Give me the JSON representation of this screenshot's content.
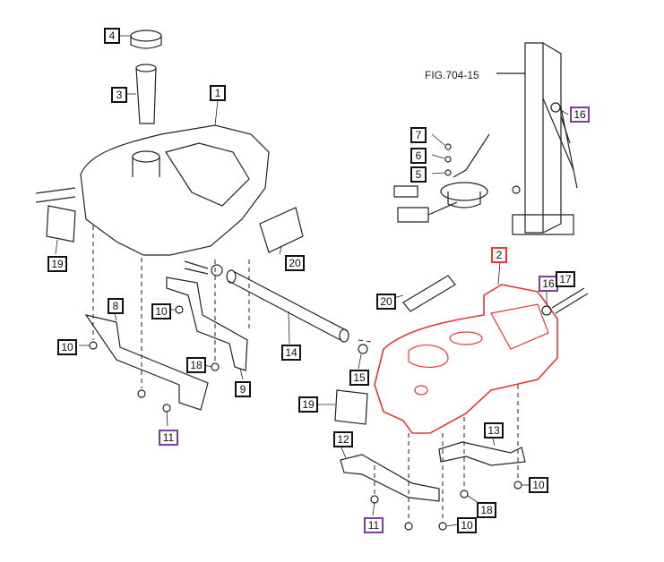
{
  "figure_reference": "FIG.704-15",
  "colors": {
    "ink": "#222222",
    "highlight_red": "#e53935",
    "highlight_purple": "#7d3f98",
    "box_border": "#111111"
  },
  "callouts": [
    {
      "id": "c4",
      "label": "4",
      "style": "normal"
    },
    {
      "id": "c3",
      "label": "3",
      "style": "normal"
    },
    {
      "id": "c1",
      "label": "1",
      "style": "normal"
    },
    {
      "id": "c19a",
      "label": "19",
      "style": "normal"
    },
    {
      "id": "c20a",
      "label": "20",
      "style": "normal"
    },
    {
      "id": "c8",
      "label": "8",
      "style": "normal"
    },
    {
      "id": "c10a",
      "label": "10",
      "style": "normal"
    },
    {
      "id": "c10b",
      "label": "10",
      "style": "normal"
    },
    {
      "id": "c11a",
      "label": "11",
      "style": "purple"
    },
    {
      "id": "c18a",
      "label": "18",
      "style": "normal"
    },
    {
      "id": "c9",
      "label": "9",
      "style": "normal"
    },
    {
      "id": "c14",
      "label": "14",
      "style": "normal"
    },
    {
      "id": "c15",
      "label": "15",
      "style": "normal"
    },
    {
      "id": "c7",
      "label": "7",
      "style": "normal"
    },
    {
      "id": "c6",
      "label": "6",
      "style": "normal"
    },
    {
      "id": "c5",
      "label": "5",
      "style": "normal"
    },
    {
      "id": "c16a",
      "label": "16",
      "style": "purple"
    },
    {
      "id": "c2",
      "label": "2",
      "style": "red"
    },
    {
      "id": "c16b",
      "label": "16",
      "style": "purple"
    },
    {
      "id": "c17",
      "label": "17",
      "style": "normal"
    },
    {
      "id": "c20b",
      "label": "20",
      "style": "normal"
    },
    {
      "id": "c19b",
      "label": "19",
      "style": "normal"
    },
    {
      "id": "c12",
      "label": "12",
      "style": "normal"
    },
    {
      "id": "c13",
      "label": "13",
      "style": "normal"
    },
    {
      "id": "c10c",
      "label": "10",
      "style": "normal"
    },
    {
      "id": "c18b",
      "label": "18",
      "style": "normal"
    },
    {
      "id": "c11b",
      "label": "11",
      "style": "purple"
    },
    {
      "id": "c10d",
      "label": "10",
      "style": "normal"
    }
  ]
}
